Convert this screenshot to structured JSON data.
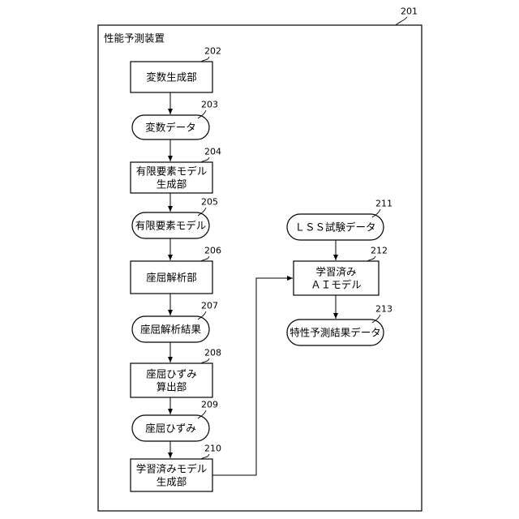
{
  "container": {
    "ref": "201",
    "title": "性能予測装置"
  },
  "nodes": {
    "n202": {
      "ref": "202",
      "lines": [
        "変数生成部"
      ]
    },
    "n203": {
      "ref": "203",
      "lines": [
        "変数データ"
      ]
    },
    "n204": {
      "ref": "204",
      "lines": [
        "有限要素モデル",
        "生成部"
      ]
    },
    "n205": {
      "ref": "205",
      "lines": [
        "有限要素モデル"
      ]
    },
    "n206": {
      "ref": "206",
      "lines": [
        "座屈解析部"
      ]
    },
    "n207": {
      "ref": "207",
      "lines": [
        "座屈解析結果"
      ]
    },
    "n208": {
      "ref": "208",
      "lines": [
        "座屈ひずみ",
        "算出部"
      ]
    },
    "n209": {
      "ref": "209",
      "lines": [
        "座屈ひずみ"
      ]
    },
    "n210": {
      "ref": "210",
      "lines": [
        "学習済みモデル",
        "生成部"
      ]
    },
    "n211": {
      "ref": "211",
      "lines": [
        "ＬＳＳ試験データ"
      ]
    },
    "n212": {
      "ref": "212",
      "lines": [
        "学習済み",
        "ＡＩモデル"
      ]
    },
    "n213": {
      "ref": "213",
      "lines": [
        "特性予測結果データ"
      ]
    }
  }
}
